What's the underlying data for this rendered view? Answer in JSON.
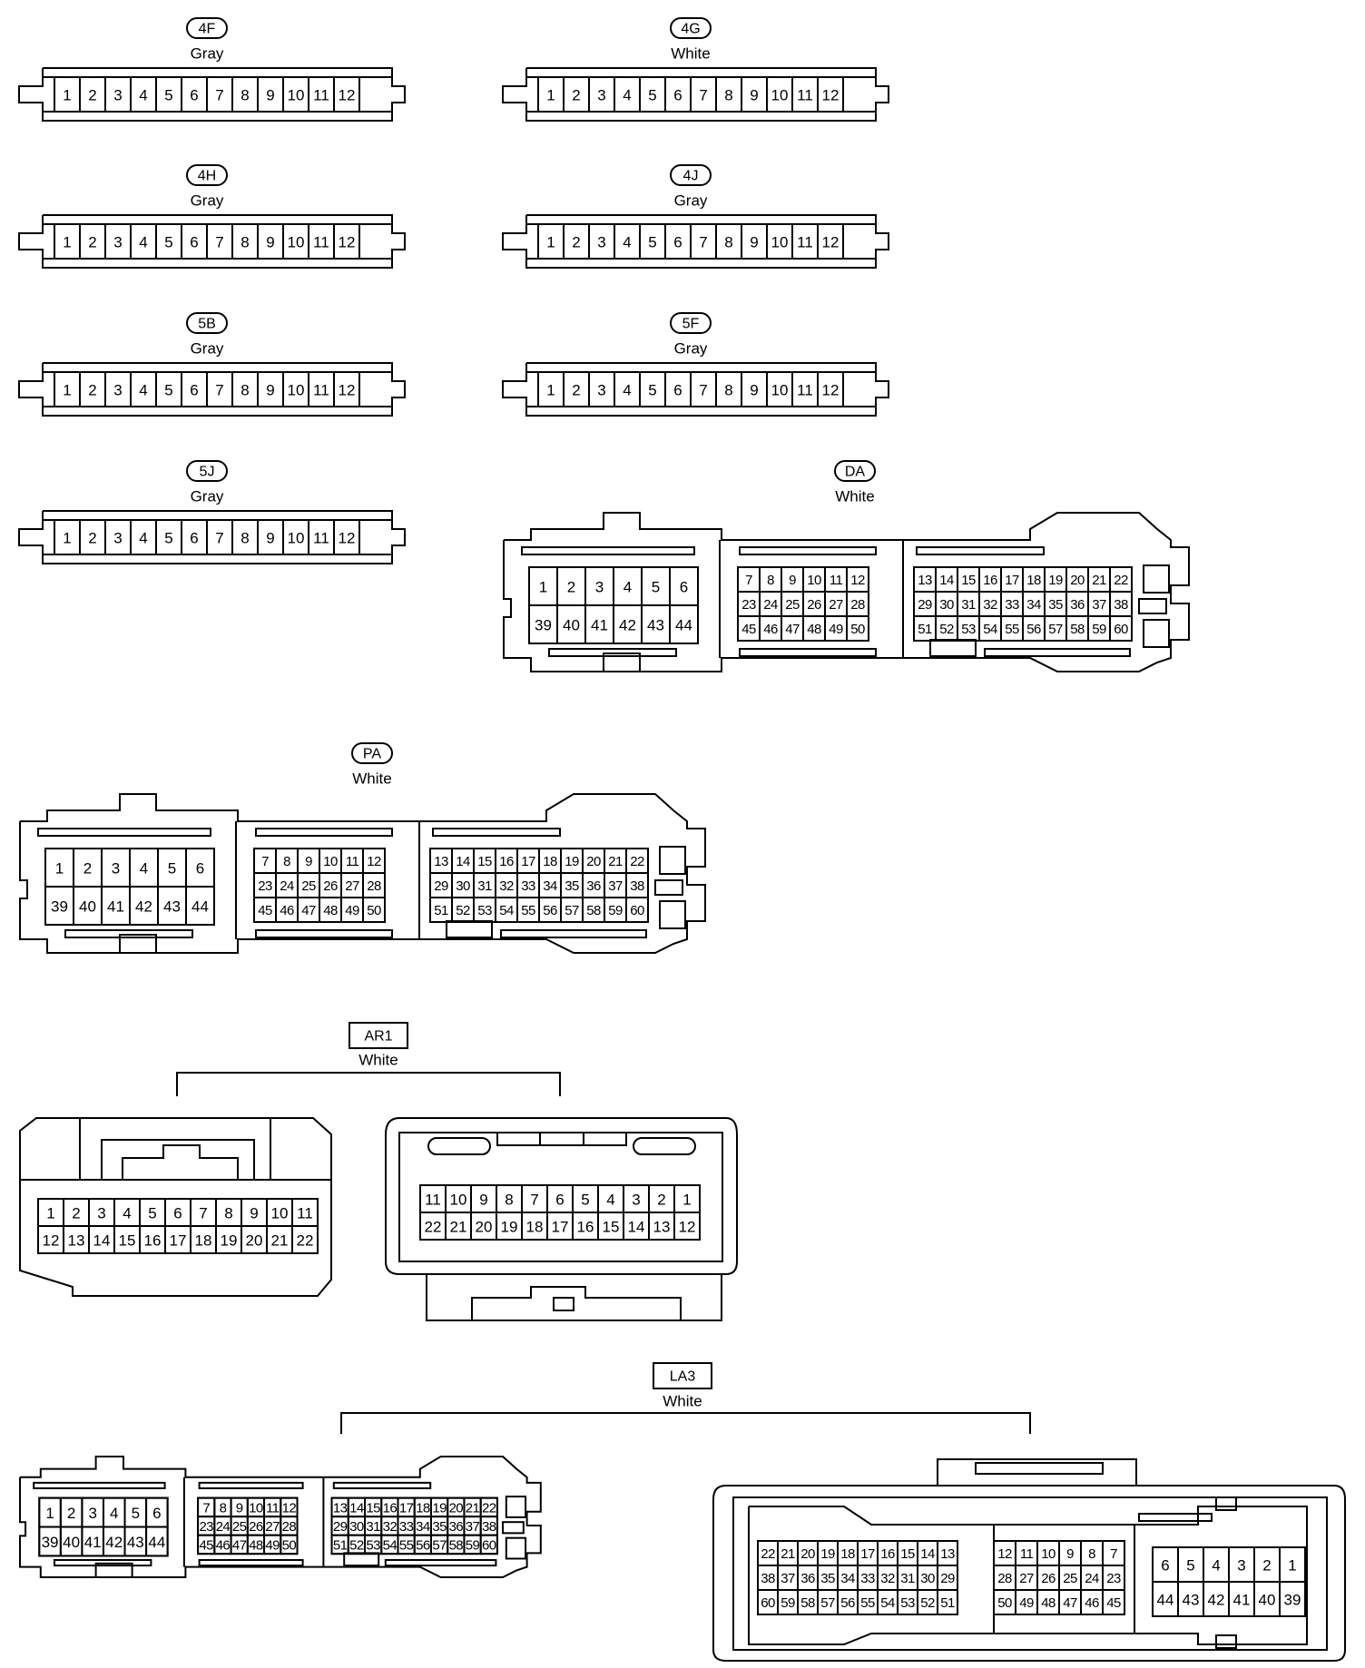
{
  "connectors": [
    {
      "id": "4F",
      "color": "Gray",
      "pins": [
        "1",
        "2",
        "3",
        "4",
        "5",
        "6",
        "7",
        "8",
        "9",
        "10",
        "11",
        "12"
      ]
    },
    {
      "id": "4G",
      "color": "White",
      "pins": [
        "1",
        "2",
        "3",
        "4",
        "5",
        "6",
        "7",
        "8",
        "9",
        "10",
        "11",
        "12"
      ]
    },
    {
      "id": "4H",
      "color": "Gray",
      "pins": [
        "1",
        "2",
        "3",
        "4",
        "5",
        "6",
        "7",
        "8",
        "9",
        "10",
        "11",
        "12"
      ]
    },
    {
      "id": "4J",
      "color": "Gray",
      "pins": [
        "1",
        "2",
        "3",
        "4",
        "5",
        "6",
        "7",
        "8",
        "9",
        "10",
        "11",
        "12"
      ]
    },
    {
      "id": "5B",
      "color": "Gray",
      "pins": [
        "1",
        "2",
        "3",
        "4",
        "5",
        "6",
        "7",
        "8",
        "9",
        "10",
        "11",
        "12"
      ]
    },
    {
      "id": "5F",
      "color": "Gray",
      "pins": [
        "1",
        "2",
        "3",
        "4",
        "5",
        "6",
        "7",
        "8",
        "9",
        "10",
        "11",
        "12"
      ]
    },
    {
      "id": "5J",
      "color": "Gray",
      "pins": [
        "1",
        "2",
        "3",
        "4",
        "5",
        "6",
        "7",
        "8",
        "9",
        "10",
        "11",
        "12"
      ]
    }
  ],
  "ecu_connectors": [
    {
      "id": "DA",
      "color": "White",
      "left_rows": [
        [
          "1",
          "2",
          "3",
          "4",
          "5",
          "6"
        ],
        [
          "39",
          "40",
          "41",
          "42",
          "43",
          "44"
        ]
      ],
      "mid_rows": [
        [
          "7",
          "8",
          "9",
          "10",
          "11",
          "12"
        ],
        [
          "23",
          "24",
          "25",
          "26",
          "27",
          "28"
        ],
        [
          "45",
          "46",
          "47",
          "48",
          "49",
          "50"
        ]
      ],
      "right_rows": [
        [
          "13",
          "14",
          "15",
          "16",
          "17",
          "18",
          "19",
          "20",
          "21",
          "22"
        ],
        [
          "29",
          "30",
          "31",
          "32",
          "33",
          "34",
          "35",
          "36",
          "37",
          "38"
        ],
        [
          "51",
          "52",
          "53",
          "54",
          "55",
          "56",
          "57",
          "58",
          "59",
          "60"
        ]
      ]
    },
    {
      "id": "PA",
      "color": "White",
      "left_rows": [
        [
          "1",
          "2",
          "3",
          "4",
          "5",
          "6"
        ],
        [
          "39",
          "40",
          "41",
          "42",
          "43",
          "44"
        ]
      ],
      "mid_rows": [
        [
          "7",
          "8",
          "9",
          "10",
          "11",
          "12"
        ],
        [
          "23",
          "24",
          "25",
          "26",
          "27",
          "28"
        ],
        [
          "45",
          "46",
          "47",
          "48",
          "49",
          "50"
        ]
      ],
      "right_rows": [
        [
          "13",
          "14",
          "15",
          "16",
          "17",
          "18",
          "19",
          "20",
          "21",
          "22"
        ],
        [
          "29",
          "30",
          "31",
          "32",
          "33",
          "34",
          "35",
          "36",
          "37",
          "38"
        ],
        [
          "51",
          "52",
          "53",
          "54",
          "55",
          "56",
          "57",
          "58",
          "59",
          "60"
        ]
      ]
    }
  ],
  "ar1": {
    "id": "AR1",
    "color": "White",
    "male_rows": [
      [
        "1",
        "2",
        "3",
        "4",
        "5",
        "6",
        "7",
        "8",
        "9",
        "10",
        "11"
      ],
      [
        "12",
        "13",
        "14",
        "15",
        "16",
        "17",
        "18",
        "19",
        "20",
        "21",
        "22"
      ]
    ],
    "female_rows": [
      [
        "11",
        "10",
        "9",
        "8",
        "7",
        "6",
        "5",
        "4",
        "3",
        "2",
        "1"
      ],
      [
        "22",
        "21",
        "20",
        "19",
        "18",
        "17",
        "16",
        "15",
        "14",
        "13",
        "12"
      ]
    ]
  },
  "la3": {
    "id": "LA3",
    "color": "White",
    "male_left_rows": [
      [
        "1",
        "2",
        "3",
        "4",
        "5",
        "6"
      ],
      [
        "39",
        "40",
        "41",
        "42",
        "43",
        "44"
      ]
    ],
    "male_mid_rows": [
      [
        "7",
        "8",
        "9",
        "10",
        "11",
        "12"
      ],
      [
        "23",
        "24",
        "25",
        "26",
        "27",
        "28"
      ],
      [
        "45",
        "46",
        "47",
        "48",
        "49",
        "50"
      ]
    ],
    "male_right_rows": [
      [
        "13",
        "14",
        "15",
        "16",
        "17",
        "18",
        "19",
        "20",
        "21",
        "22"
      ],
      [
        "29",
        "30",
        "31",
        "32",
        "33",
        "34",
        "35",
        "36",
        "37",
        "38"
      ],
      [
        "51",
        "52",
        "53",
        "54",
        "55",
        "56",
        "57",
        "58",
        "59",
        "60"
      ]
    ],
    "female_left_rows": [
      [
        "22",
        "21",
        "20",
        "19",
        "18",
        "17",
        "16",
        "15",
        "14",
        "13"
      ],
      [
        "38",
        "37",
        "36",
        "35",
        "34",
        "33",
        "32",
        "31",
        "30",
        "29"
      ],
      [
        "60",
        "59",
        "58",
        "57",
        "56",
        "55",
        "54",
        "53",
        "52",
        "51"
      ]
    ],
    "female_mid_rows": [
      [
        "12",
        "11",
        "10",
        "9",
        "8",
        "7"
      ],
      [
        "28",
        "27",
        "26",
        "25",
        "24",
        "23"
      ],
      [
        "50",
        "49",
        "48",
        "47",
        "46",
        "45"
      ]
    ],
    "female_right_rows": [
      [
        "6",
        "5",
        "4",
        "3",
        "2",
        "1"
      ],
      [
        "44",
        "43",
        "42",
        "41",
        "40",
        "39"
      ]
    ]
  }
}
